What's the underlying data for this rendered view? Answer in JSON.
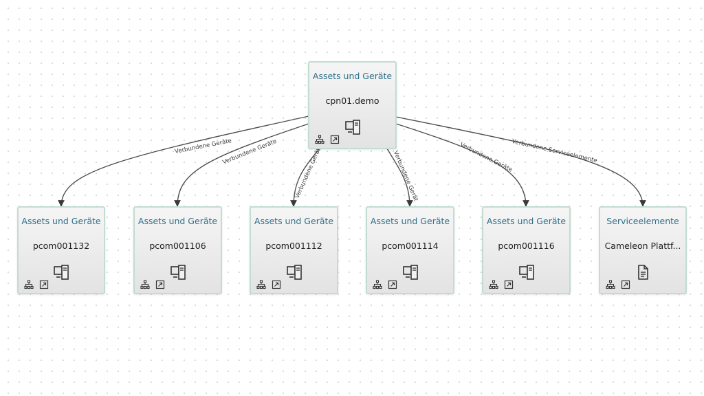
{
  "root": {
    "category": "Assets und Geräte",
    "name": "cpn01.demo",
    "icon": "computer-icon"
  },
  "children": [
    {
      "category": "Assets und Geräte",
      "name": "pcom001132",
      "icon": "computer-icon",
      "edge_label": "Verbundene Geräte"
    },
    {
      "category": "Assets und Geräte",
      "name": "pcom001106",
      "icon": "computer-icon",
      "edge_label": "Verbundene Geräte"
    },
    {
      "category": "Assets und Geräte",
      "name": "pcom001112",
      "icon": "computer-icon",
      "edge_label": "Verbundene Gerät"
    },
    {
      "category": "Assets und Geräte",
      "name": "pcom001114",
      "icon": "computer-icon",
      "edge_label": "Verbundene Gerät"
    },
    {
      "category": "Assets und Geräte",
      "name": "pcom001116",
      "icon": "computer-icon",
      "edge_label": "Verbundene Geräte"
    },
    {
      "category": "Serviceelemente",
      "name": "Cameleon Plattf...",
      "icon": "document-icon",
      "edge_label": "Verbundene Serviceelemente"
    }
  ],
  "node_actions": [
    "hierarchy-icon",
    "open-external-icon"
  ],
  "colors": {
    "node_border": "#c3dcd2",
    "category_text": "#2e6f88",
    "edge": "#4f4f4f"
  }
}
